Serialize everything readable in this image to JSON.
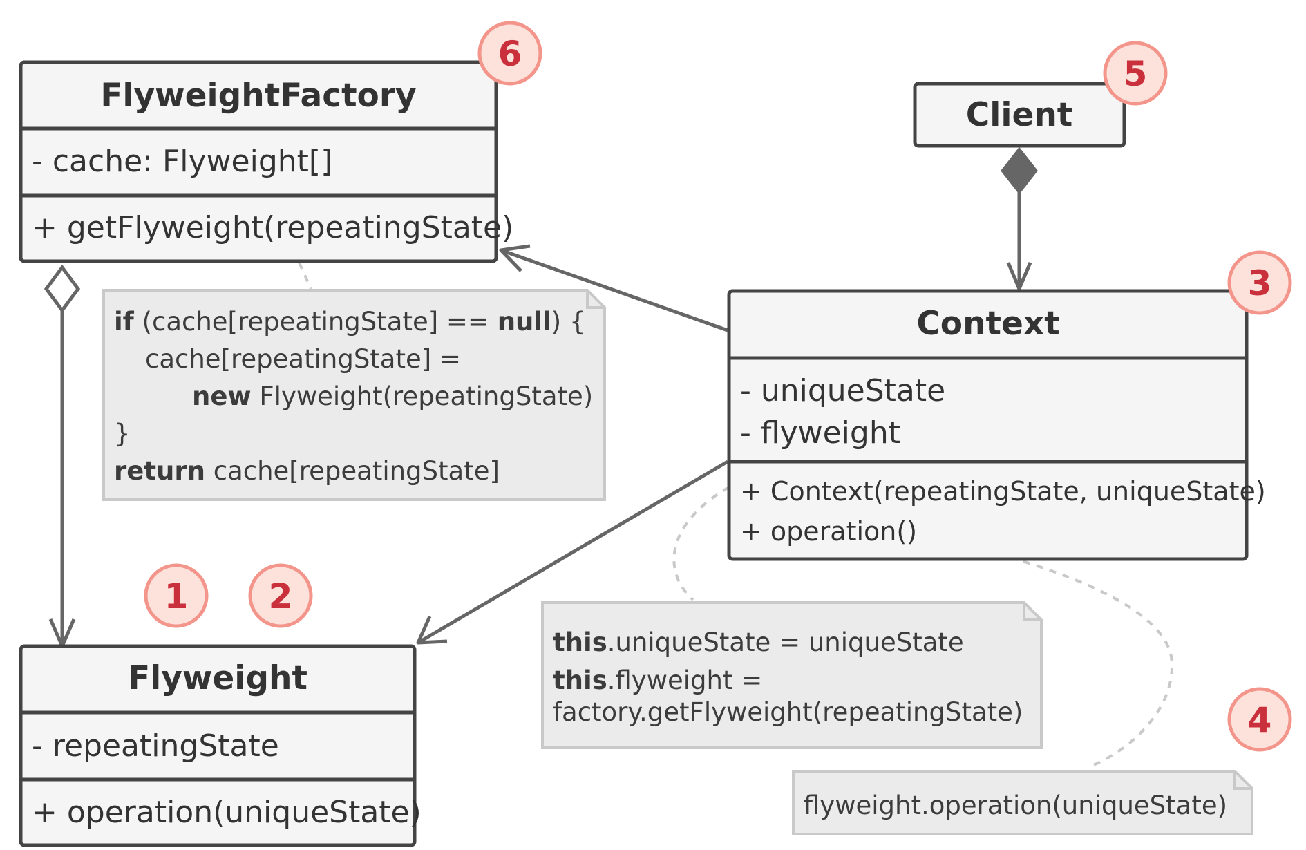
{
  "classes": {
    "flyweight_factory": {
      "name": "FlyweightFactory",
      "fields": [
        "- cache: Flyweight[]"
      ],
      "methods": [
        "+ getFlyweight(repeatingState)"
      ]
    },
    "client": {
      "name": "Client"
    },
    "context": {
      "name": "Context",
      "fields": [
        "- uniqueState",
        "- flyweight"
      ],
      "methods": [
        "+ Context(repeatingState, uniqueState)",
        "+ operation()"
      ]
    },
    "flyweight": {
      "name": "Flyweight",
      "fields": [
        "- repeatingState"
      ],
      "methods": [
        "+ operation(uniqueState)"
      ]
    }
  },
  "notes": {
    "factory_note": {
      "line1_kw1": "if",
      "line1_mid": " (cache[repeatingState] == ",
      "line1_kw2": "null",
      "line1_end": ") {",
      "line2": "cache[repeatingState] =",
      "line3_kw": "new",
      "line3_rest": " Flyweight(repeatingState)",
      "line4": "}",
      "line5_kw": "return",
      "line5_rest": " cache[repeatingState]"
    },
    "constructor_note": {
      "line1_kw": "this",
      "line1_rest": ".uniqueState = uniqueState",
      "line2_kw": "this",
      "line2_rest": ".flyweight =",
      "line3": "factory.getFlyweight(repeatingState)"
    },
    "operation_note": {
      "line1": "flyweight.operation(uniqueState)"
    }
  },
  "badges": {
    "b1": "1",
    "b2": "2",
    "b3": "3",
    "b4": "4",
    "b5": "5",
    "b6": "6"
  },
  "colors": {
    "box_fill": "#f5f5f5",
    "box_stroke": "#444444",
    "note_fill": "#ebebeb",
    "note_stroke": "#c9c9c9",
    "badge_fill": "#fde2dc",
    "badge_stroke": "#f3958a",
    "badge_text": "#c9303c",
    "connector": "#666666"
  }
}
